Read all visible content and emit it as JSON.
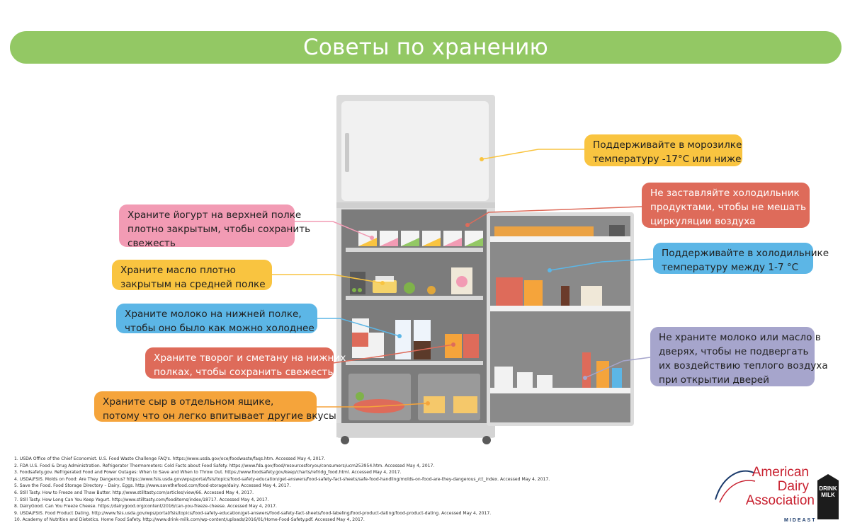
{
  "title": "Советы по хранению",
  "colors": {
    "banner": "#93c864",
    "pink": "#f29bb4",
    "yellow": "#f9c440",
    "blue": "#5cb6e6",
    "red": "#de6b5a",
    "orange": "#f5a43b",
    "lavender": "#a6a5cc",
    "brand_red": "#c8202f",
    "brand_blue": "#1a3a6b"
  },
  "callouts": {
    "freezer": {
      "lines": [
        "Поддерживайте в морозилке",
        "температуру -17°C или ниже"
      ]
    },
    "overload": {
      "lines": [
        "Не заставляйте холодильник",
        "продуктами, чтобы не мешать",
        "циркуляции воздуха"
      ]
    },
    "fridge_temp": {
      "lines": [
        "Поддерживайте в холодильнике",
        "температуру  между 1-7 °C"
      ]
    },
    "door": {
      "lines": [
        "Не храните молоко или масло в",
        "дверях, чтобы не подвергать",
        "их воздействию теплого воздуха",
        "при открытии дверей"
      ]
    },
    "yogurt": {
      "lines": [
        "Храните йогурт на верхней полке",
        "плотно закрытым, чтобы сохранить",
        "свежесть"
      ]
    },
    "butter": {
      "lines": [
        "Храните масло плотно",
        "закрытым на средней полке"
      ]
    },
    "milk": {
      "lines": [
        "Храните молоко на нижней полке,",
        "чтобы оно было как можно холоднее"
      ]
    },
    "cottage": {
      "lines": [
        "Храните творог и сметану на нижних",
        "полках, чтобы сохранить свежесть"
      ]
    },
    "cheese": {
      "lines": [
        "Храните сыр в отдельном ящике,",
        "потому что он легко впитывает другие вкусы"
      ]
    }
  },
  "references": [
    "1. USDA Office of the Chief Economist. U.S. Food Waste Challenge FAQ's. https://www.usda.gov/oce/foodwaste/faqs.htm. Accessed May 4, 2017.",
    "2. FDA U.S. Food & Drug Administration. Refrigerator Thermometers: Cold Facts about Food Safety. https://www.fda.gov/food/resourcesforyou/consumers/ucm253954.htm. Accessed May 4, 2017.",
    "3. Foodsafety.gov. Refrigerated Food and Power Outages: When to Save and When to Throw Out. https://www.foodsafety.gov/keep/charts/refridg_food.html. Accessed May 4, 2017.",
    "4. USDA/FSIS. Molds on Food: Are They Dangerous? https://www.fsis.usda.gov/wps/portal/fsis/topics/food-safety-education/get-answers/food-safety-fact-sheets/safe-food-handling/molds-on-food-are-they-dangerous_/ct_index. Accessed May 4, 2017.",
    "5. Save the Food. Food Storage Directory – Dairy, Eggs. http://www.savethefood.com/food-storage/dairy. Accessed May 4, 2017.",
    "6. Still Tasty. How to Freeze and Thaw Butter. http://www.stilltasty.com/articles/view/66. Accessed May 4, 2017.",
    "7. Still Tasty. How Long Can You Keep Yogurt. http://www.stilltasty.com/fooditems/index/18717. Accessed May 4, 2017.",
    "8. DairyGood. Can You Freeze Cheese. https://dairygood.org/content/2016/can-you-freeze-cheese. Accessed May 4, 2017.",
    "9. USDA/FSIS. Food Product Dating. http://www.fsis.usda.gov/wps/portal/fsis/topics/food-safety-education/get-answers/food-safety-fact-sheets/food-labeling/food-product-dating/food-product-dating. Accessed May 4, 2017.",
    "10. Academy of Nutrition and Dietetics. Home Food Safety. http://www.drink-milk.com/wp-content/uploads/2016/01/Home-Food-Safety.pdf. Accessed May 4, 2017."
  ],
  "logo": {
    "line1": "American",
    "line2": "Dairy",
    "line3": "Association",
    "region": "MIDEAST",
    "carton_line1": "DRINK",
    "carton_line2": "MILK"
  }
}
